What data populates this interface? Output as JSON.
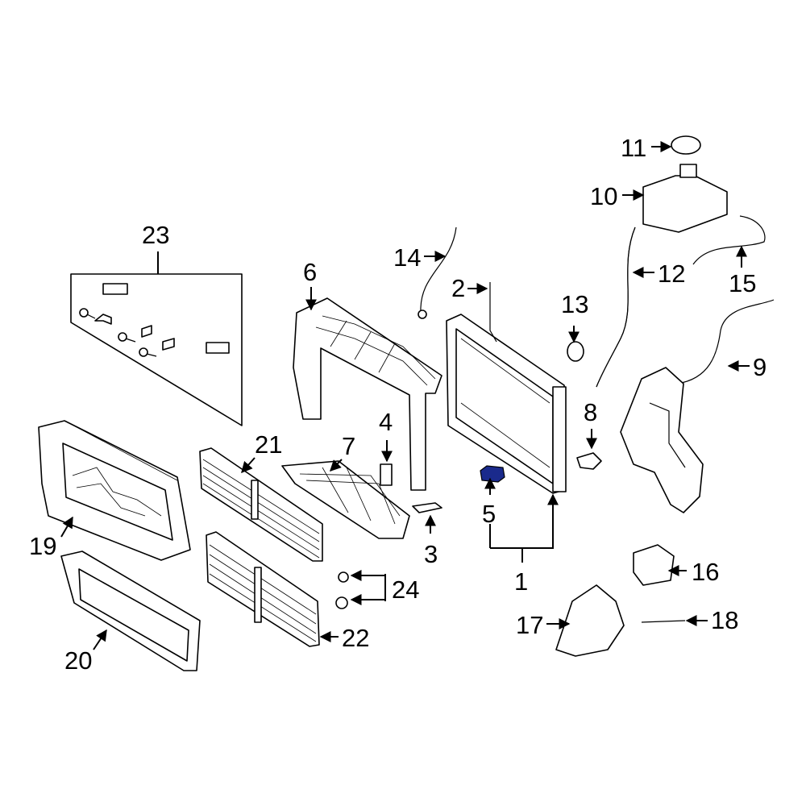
{
  "diagram": {
    "highlight_color": "#1a2a8c",
    "highlighted_part": "5",
    "callouts": [
      "1",
      "2",
      "3",
      "4",
      "5",
      "6",
      "7",
      "8",
      "9",
      "10",
      "11",
      "12",
      "13",
      "14",
      "15",
      "16",
      "17",
      "18",
      "19",
      "20",
      "21",
      "22",
      "23",
      "24"
    ]
  }
}
